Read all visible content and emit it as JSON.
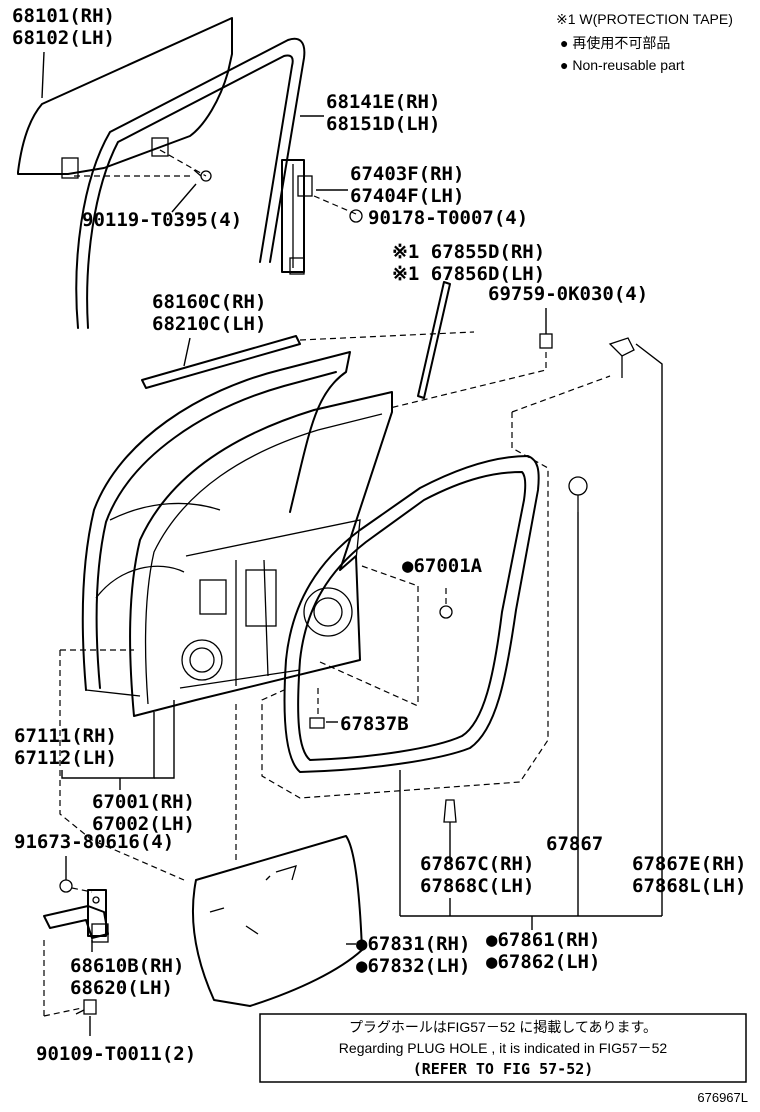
{
  "legend": {
    "tape_note": "※1 W(PROTECTION TAPE)",
    "nonreusable_jp": "● 再使用不可部品",
    "nonreusable_en": "● Non-reusable part"
  },
  "labels": {
    "p68101": "68101(RH)",
    "p68102": "68102(LH)",
    "p68141": "68141E(RH)",
    "p68151": "68151D(LH)",
    "p67403": "67403F(RH)",
    "p67404": "67404F(LH)",
    "p90119": "90119-T0395(4)",
    "p90178": "90178-T0007(4)",
    "p67855": "※1 67855D(RH)",
    "p67856": "※1 67856D(LH)",
    "p69759": "69759-0K030(4)",
    "p68160": "68160C(RH)",
    "p68210": "68210C(LH)",
    "p67001A": "●67001A",
    "p67837B": "67837B",
    "p67111": "67111(RH)",
    "p67112": "67112(LH)",
    "p67001": "67001(RH)",
    "p67002": "67002(LH)",
    "p67867": "67867",
    "p91673": "91673-80616(4)",
    "p67867C": "67867C(RH)",
    "p67868C": "67868C(LH)",
    "p67867E": "67867E(RH)",
    "p67868L": "67868L(LH)",
    "p67831": "●67831(RH)",
    "p67832": "●67832(LH)",
    "p67861": "●67861(RH)",
    "p67862": "●67862(LH)",
    "p68610B": "68610B(RH)",
    "p68620": "68620(LH)",
    "p90109": "90109-T0011(2)"
  },
  "notebox": {
    "line1": "プラグホールはFIG57－52 に掲載してあります。",
    "line2": "Regarding  PLUG HOLE , it is indicated in FIG57－52",
    "line3": "(REFER TO FIG 57-52)"
  },
  "figure_number": "676967L"
}
